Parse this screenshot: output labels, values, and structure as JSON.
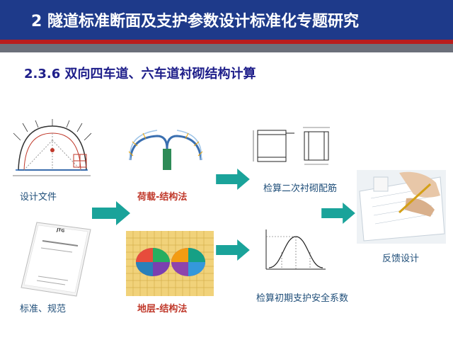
{
  "header": {
    "title": "2  隧道标准断面及支护参数设计标准化专题研究"
  },
  "section": {
    "title": "2.3.6 双向四车道、六车道衬砌结构计算"
  },
  "labels": {
    "design_docs": "设计文件",
    "standards": "标准、规范",
    "load_method": "荷载-结构法",
    "stratum_method": "地层-结构法",
    "check_secondary": "检算二次衬砌配筋",
    "check_initial": "检算初期支护安全系数",
    "feedback": "反馈设计"
  },
  "document_cover": {
    "badge": "JTG"
  },
  "colors": {
    "header_bg": "#1e3a8a",
    "accent_red": "#b91c1c",
    "arrow": "#1aa39a",
    "label_red": "#c0392b",
    "label_blue": "#1f4e79"
  },
  "icons": [
    "arrow-right-icon"
  ]
}
